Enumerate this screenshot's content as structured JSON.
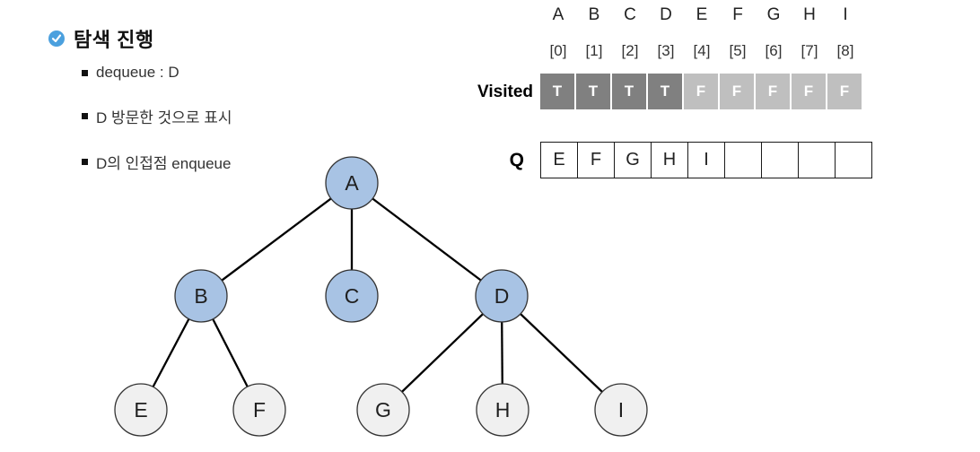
{
  "slide": {
    "title": "탐색 진행",
    "bullets": [
      "dequeue : D",
      "D 방문한 것으로 표시",
      "D의 인접점 enqueue"
    ]
  },
  "visited_panel": {
    "node_letters": [
      "A",
      "B",
      "C",
      "D",
      "E",
      "F",
      "G",
      "H",
      "I"
    ],
    "index_labels": [
      "[0]",
      "[1]",
      "[2]",
      "[3]",
      "[4]",
      "[5]",
      "[6]",
      "[7]",
      "[8]"
    ],
    "label": "Visited",
    "values": [
      "T",
      "T",
      "T",
      "T",
      "F",
      "F",
      "F",
      "F",
      "F"
    ],
    "colors": {
      "visited_cell": "#808080",
      "unvisited_cell": "#BFBFBF",
      "cell_text": "#FFFFFF"
    }
  },
  "queue_panel": {
    "label": "Q",
    "cells": [
      "E",
      "F",
      "G",
      "H",
      "I",
      "",
      "",
      "",
      ""
    ]
  },
  "tree": {
    "nodes": [
      {
        "id": "A",
        "visited": true
      },
      {
        "id": "B",
        "visited": true
      },
      {
        "id": "C",
        "visited": true
      },
      {
        "id": "D",
        "visited": true
      },
      {
        "id": "E",
        "visited": false
      },
      {
        "id": "F",
        "visited": false
      },
      {
        "id": "G",
        "visited": false
      },
      {
        "id": "H",
        "visited": false
      },
      {
        "id": "I",
        "visited": false
      }
    ],
    "edges": [
      [
        "A",
        "B"
      ],
      [
        "A",
        "C"
      ],
      [
        "A",
        "D"
      ],
      [
        "B",
        "E"
      ],
      [
        "B",
        "F"
      ],
      [
        "D",
        "G"
      ],
      [
        "D",
        "H"
      ],
      [
        "D",
        "I"
      ]
    ],
    "colors": {
      "visited_fill": "#A8C3E4",
      "unvisited_fill": "#F0F0F0",
      "node_stroke": "#333333",
      "edge": "#000000",
      "label": "#1f1f1f"
    }
  },
  "accent": {
    "check_icon_color": "#4BA0DE"
  }
}
